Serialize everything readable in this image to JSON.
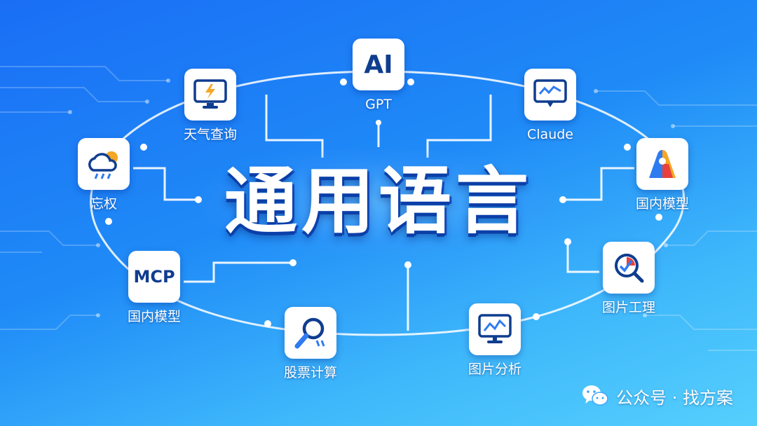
{
  "title": "通用语言",
  "nodes": {
    "gpt": {
      "tile_text": "AI",
      "label": "GPT",
      "icon": "ai-text-icon"
    },
    "claude": {
      "label": "Claude",
      "icon": "monitor-chat-icon"
    },
    "weather": {
      "label": "天气查询",
      "icon": "monitor-lightning-icon"
    },
    "rain": {
      "label": "忘权",
      "icon": "cloud-rain-icon"
    },
    "domestic1": {
      "label": "国内模型",
      "icon": "logo-a-icon"
    },
    "mcp": {
      "tile_text": "MCP",
      "label": "国内模型",
      "icon": "mcp-text-icon"
    },
    "image_tool": {
      "label": "图片工理",
      "icon": "search-chart-icon"
    },
    "stock": {
      "label": "股票计算",
      "icon": "magnifier-icon"
    },
    "image_ana": {
      "label": "图片分析",
      "icon": "monitor-chart-icon"
    }
  },
  "watermark": {
    "text": "公众号 · 找方案",
    "icon": "wechat-icon"
  },
  "colors": {
    "tile": "#ffffff",
    "icon_dark": "#0f3d8f",
    "icon_blue": "#2f7bf0",
    "accent_orange": "#f5a623",
    "accent_red": "#e8413c"
  }
}
